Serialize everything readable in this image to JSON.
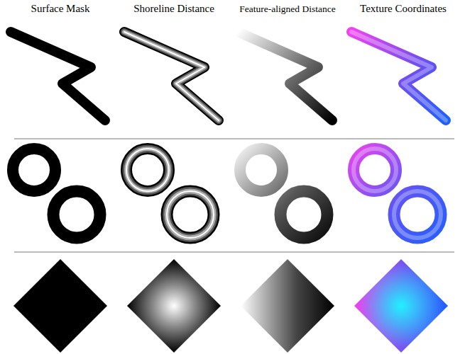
{
  "diagram": {
    "labels": [
      "Surface Mask",
      "Shoreline Distance",
      "Feature-aligned Distance",
      "Texture Coordinates"
    ]
  }
}
